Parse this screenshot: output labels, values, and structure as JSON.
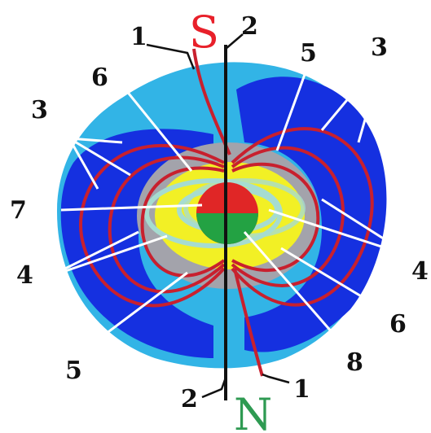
{
  "poles": {
    "south": {
      "text": "S",
      "color": "#e8202a"
    },
    "north": {
      "text": "N",
      "color": "#2e9a52"
    }
  },
  "labels": {
    "1": "1",
    "2": "2",
    "3": "3",
    "4": "4",
    "5": "5",
    "6": "6",
    "7": "7",
    "8": "8"
  },
  "colors": {
    "outer_field": "#1530e0",
    "field_lines": "#c8202e",
    "outer_gap": "#32b4e6",
    "gray_ring": "#a3a3ab",
    "yellow_zone": "#f2f025",
    "inner_swirl": "#a6dcd0",
    "core_south": "#e02626",
    "core_north": "#23a243",
    "axis": "#111111",
    "pointer": "#ffffff"
  }
}
